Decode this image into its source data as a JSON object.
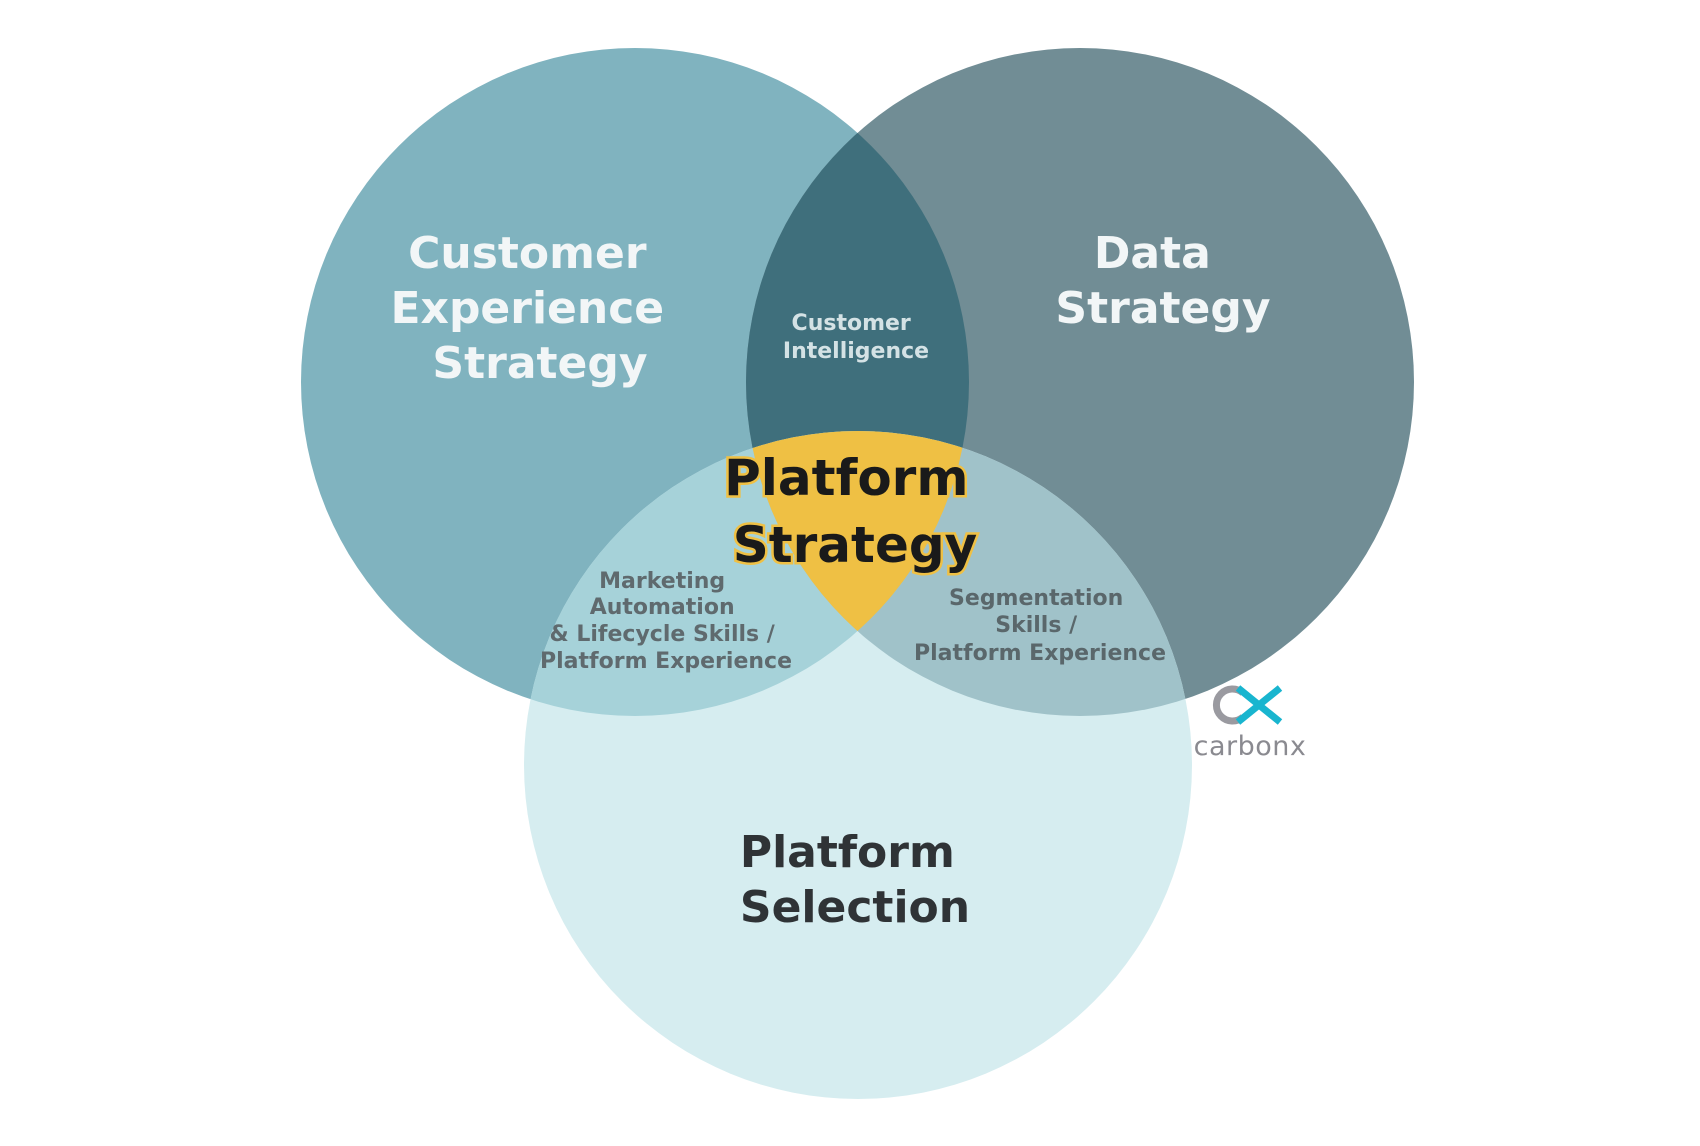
{
  "circles": {
    "customer_experience": {
      "lines": [
        "Customer",
        "Experience",
        "Strategy"
      ],
      "color": "#80b3bf"
    },
    "data_strategy": {
      "lines": [
        "Data",
        "Strategy"
      ],
      "color": "#718d95"
    },
    "platform_selection": {
      "lines": [
        "Platform",
        "Selection"
      ],
      "color": "#d6edf0"
    }
  },
  "overlaps": {
    "customer_intelligence": {
      "lines": [
        "Customer",
        "Intelligence"
      ],
      "color": "#3f6f7c"
    },
    "marketing_automation": {
      "lines": [
        "Marketing",
        "Automation",
        "& Lifecycle Skills /",
        "Platform Experience"
      ],
      "color": "#a6d2d9"
    },
    "segmentation": {
      "lines": [
        "Segmentation",
        "Skills /",
        "Platform Experience"
      ],
      "color": "#a0c2c9"
    }
  },
  "center": {
    "lines": [
      "Platform",
      "Strategy"
    ],
    "color": "#efc044"
  },
  "logo": {
    "mark_text": "CX",
    "name": "carbonx",
    "mark_c_color": "#9a9aa0",
    "mark_x_color": "#19b5cf",
    "name_color": "#8a8a90"
  }
}
